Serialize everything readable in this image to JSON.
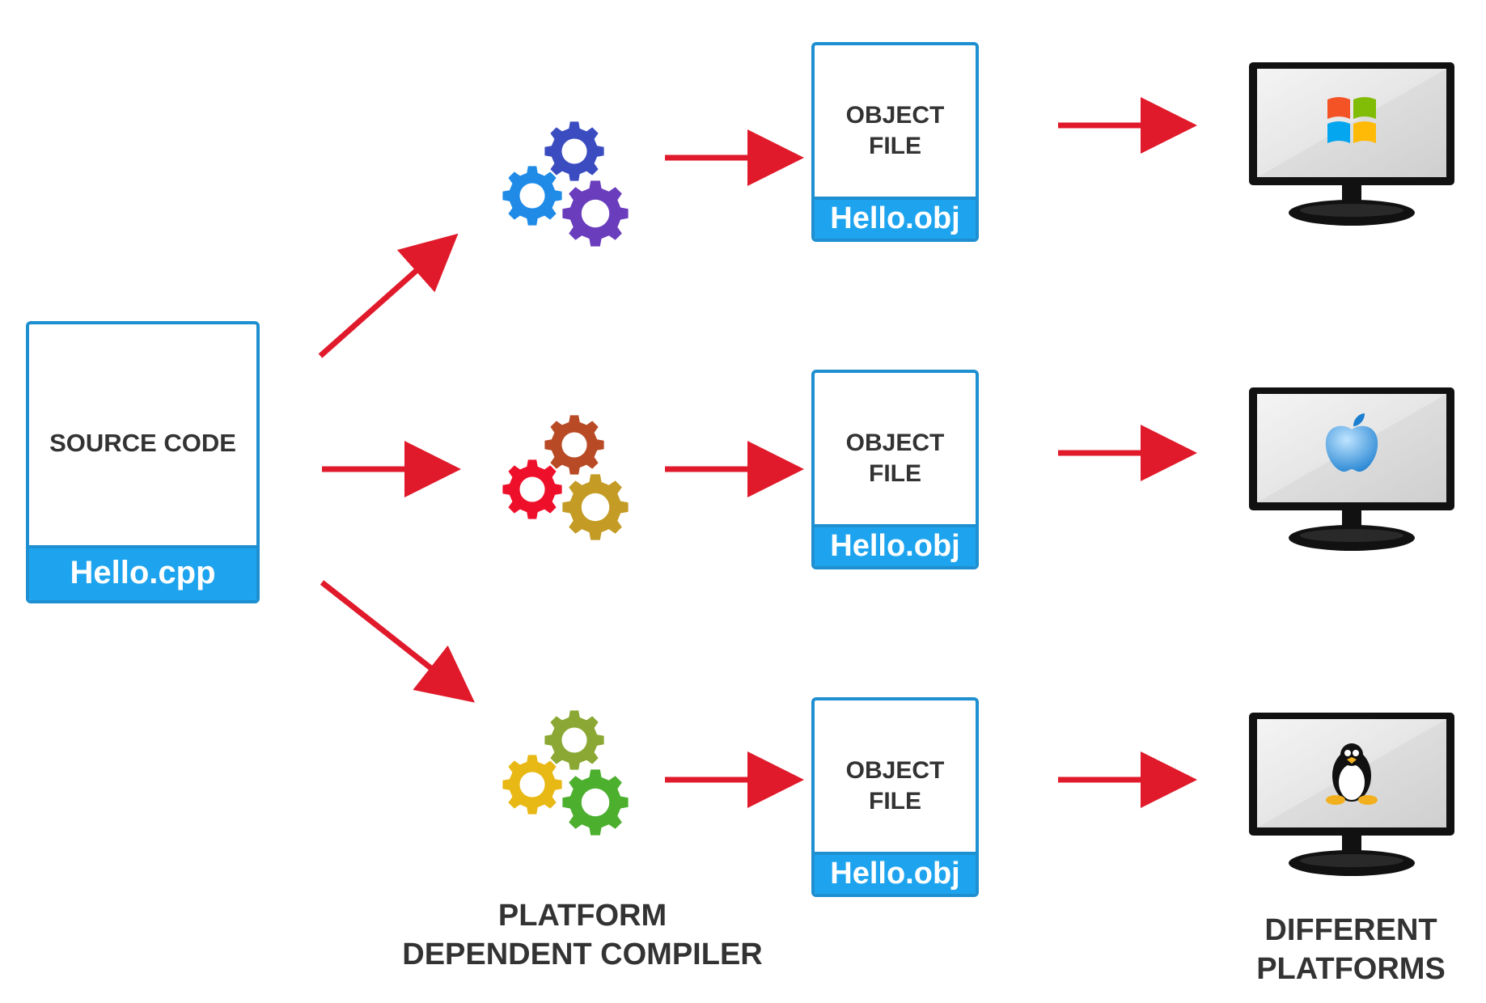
{
  "source": {
    "title": "SOURCE CODE",
    "filename": "Hello.cpp"
  },
  "object_files": [
    {
      "line1": "OBJECT",
      "line2": "FILE",
      "filename": "Hello.obj"
    },
    {
      "line1": "OBJECT",
      "line2": "FILE",
      "filename": "Hello.obj"
    },
    {
      "line1": "OBJECT",
      "line2": "FILE",
      "filename": "Hello.obj"
    }
  ],
  "compiler_label": {
    "line1": "PLATFORM",
    "line2": "DEPENDENT COMPILER"
  },
  "platforms_label": {
    "line1": "DIFFERENT",
    "line2": "PLATFORMS"
  },
  "compilers": [
    {
      "icon": "gears-icon",
      "colors": [
        "#3a4cc0",
        "#1f8be6",
        "#6a3dbd"
      ]
    },
    {
      "icon": "gears-icon",
      "colors": [
        "#b84a25",
        "#ee0f2a",
        "#c39b25"
      ]
    },
    {
      "icon": "gears-icon",
      "colors": [
        "#8aa833",
        "#e8b814",
        "#4caf2e"
      ]
    }
  ],
  "platforms": [
    {
      "icon": "windows-logo-icon"
    },
    {
      "icon": "apple-logo-icon"
    },
    {
      "icon": "linux-tux-icon"
    }
  ],
  "colors": {
    "arrow": "#e01a2b",
    "box_border": "#1e8fd0",
    "tab": "#1ea4ee",
    "text": "#333333"
  }
}
